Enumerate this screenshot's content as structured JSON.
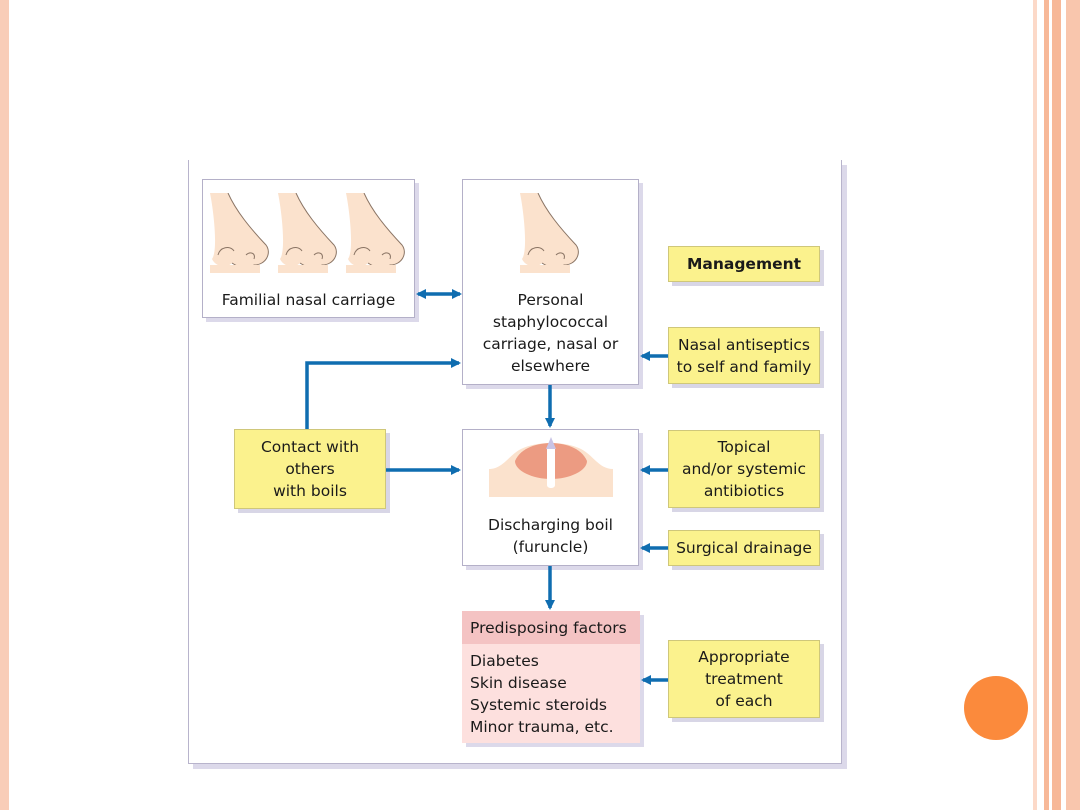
{
  "diagram": {
    "familial": "Familial nasal carriage",
    "personal": [
      "Personal",
      "staphylococcal",
      "carriage, nasal or",
      "elsewhere"
    ],
    "contact": [
      "Contact with",
      "others",
      "with boils"
    ],
    "boil": [
      "Discharging boil",
      "(furuncle)"
    ],
    "predisposing": {
      "title": "Predisposing factors",
      "items": [
        "Diabetes",
        "Skin disease",
        "Systemic steroids",
        "Minor trauma, etc."
      ]
    },
    "management": {
      "title": "Management",
      "nasal": [
        "Nasal antiseptics",
        "to self and family"
      ],
      "topical": [
        "Topical",
        "and/or systemic",
        "antibiotics"
      ],
      "surgical": "Surgical drainage",
      "appropriate": [
        "Appropriate",
        "treatment",
        "of each"
      ]
    }
  },
  "colors": {
    "arrow": "#0f6db0",
    "yellow_box": "#fbf28d",
    "pink_header": "#f4c3c3",
    "pink_body": "#fde0de",
    "skin": "#fbe2cd",
    "boil": "#ec9b82",
    "accent_circle": "#fb8a3c",
    "stripe": "#f7b898"
  },
  "icons": [
    "nose-icon",
    "boil-icon",
    "double-arrow-icon",
    "arrow-icon"
  ]
}
